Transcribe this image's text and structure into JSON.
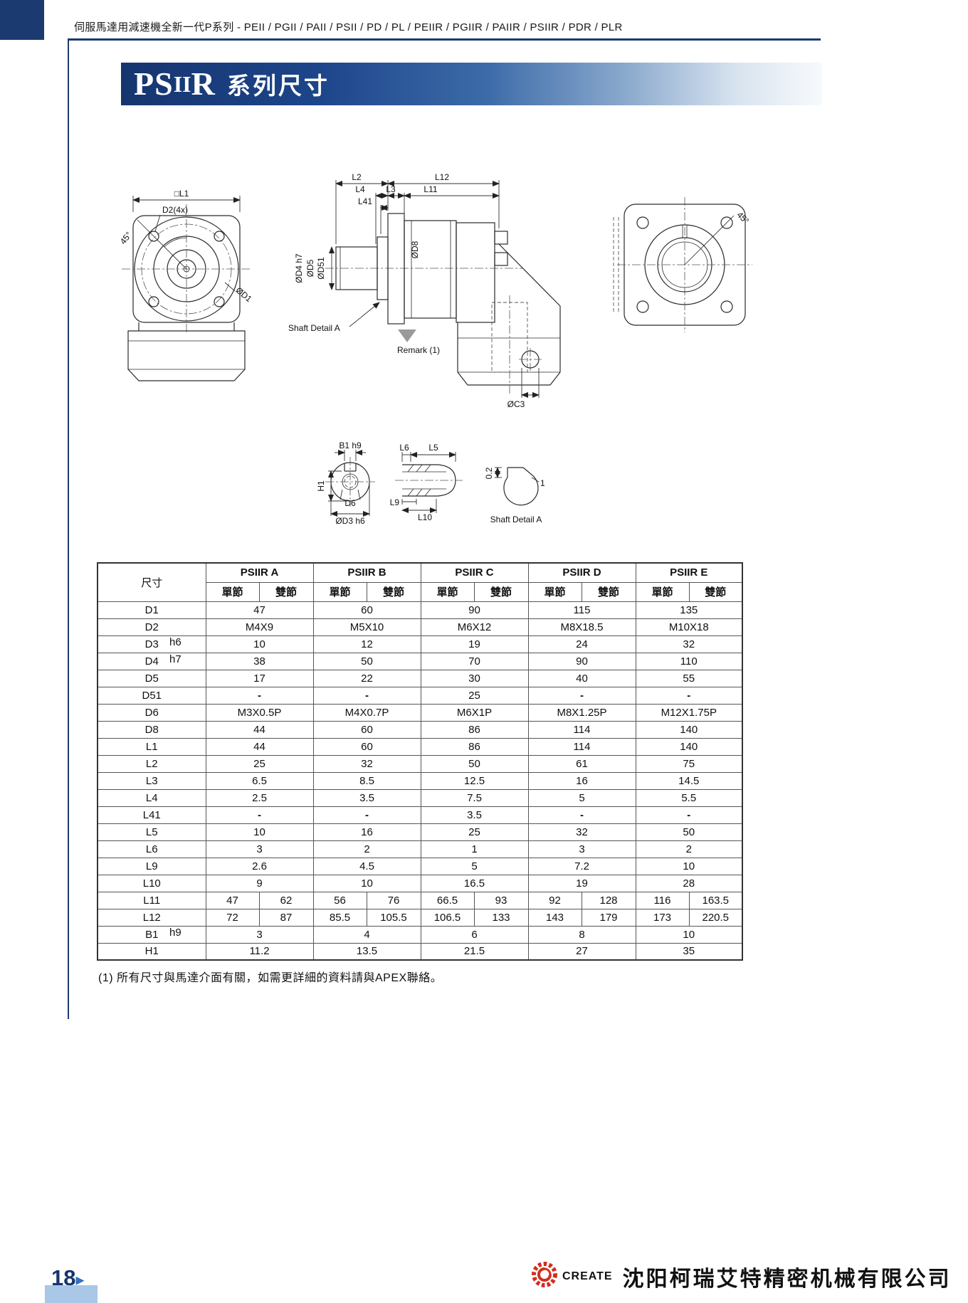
{
  "header": {
    "series_line": "伺服馬達用減速機全新一代P系列 - PEII / PGII / PAII / PSII / PD / PL / PEIIR / PGIIR / PAIIR / PSIIR / PDR / PLR"
  },
  "banner": {
    "title_ps": "PS",
    "title_ii": "II",
    "title_r": "R",
    "title_suffix": "系列尺寸"
  },
  "drawings": {
    "front": {
      "l1": "□L1",
      "d2": "D2(4x)",
      "deg45": "45°",
      "d1": "ØD1"
    },
    "side": {
      "l2": "L2",
      "l4": "L4",
      "l3": "L3",
      "l41": "L41",
      "l11": "L11",
      "l12": "L12",
      "d8": "ØD8",
      "d4": "ØD4 h7",
      "d5": "ØD5",
      "d51": "ØD51",
      "shaft_detail": "Shaft Detail  A",
      "remark": "Remark (1)",
      "c3": "ØC3"
    },
    "rear": {
      "deg45": "45°"
    },
    "section": {
      "b1": "B1 h9",
      "h1": "H1",
      "d6": "D6",
      "d3": "ØD3 h6"
    },
    "side_detail": {
      "l6": "L6",
      "l5": "L5",
      "l9": "L9",
      "l10": "L10"
    },
    "detail_a": {
      "tol": "0.2",
      "one": "1",
      "caption": "Shaft  Detail  A"
    }
  },
  "table": {
    "corner_label": "尺寸",
    "sub_left": "單節",
    "sub_right": "雙節",
    "groups": [
      "PSIIR A",
      "PSIIR B",
      "PSIIR C",
      "PSIIR D",
      "PSIIR E"
    ],
    "rows": [
      {
        "label": "D1",
        "suffix": "",
        "cells": [
          "47",
          "60",
          "90",
          "115",
          "135"
        ]
      },
      {
        "label": "D2",
        "suffix": "",
        "cells": [
          "M4X9",
          "M5X10",
          "M6X12",
          "M8X18.5",
          "M10X18"
        ]
      },
      {
        "label": "D3",
        "suffix": "h6",
        "cells": [
          "10",
          "12",
          "19",
          "24",
          "32"
        ]
      },
      {
        "label": "D4",
        "suffix": "h7",
        "cells": [
          "38",
          "50",
          "70",
          "90",
          "110"
        ]
      },
      {
        "label": "D5",
        "suffix": "",
        "cells": [
          "17",
          "22",
          "30",
          "40",
          "55"
        ]
      },
      {
        "label": "D51",
        "suffix": "",
        "cells": [
          "-",
          "-",
          "25",
          "-",
          "-"
        ]
      },
      {
        "label": "D6",
        "suffix": "",
        "cells": [
          "M3X0.5P",
          "M4X0.7P",
          "M6X1P",
          "M8X1.25P",
          "M12X1.75P"
        ]
      },
      {
        "label": "D8",
        "suffix": "",
        "cells": [
          "44",
          "60",
          "86",
          "114",
          "140"
        ]
      },
      {
        "label": "L1",
        "suffix": "",
        "cells": [
          "44",
          "60",
          "86",
          "114",
          "140"
        ]
      },
      {
        "label": "L2",
        "suffix": "",
        "cells": [
          "25",
          "32",
          "50",
          "61",
          "75"
        ]
      },
      {
        "label": "L3",
        "suffix": "",
        "cells": [
          "6.5",
          "8.5",
          "12.5",
          "16",
          "14.5"
        ]
      },
      {
        "label": "L4",
        "suffix": "",
        "cells": [
          "2.5",
          "3.5",
          "7.5",
          "5",
          "5.5"
        ]
      },
      {
        "label": "L41",
        "suffix": "",
        "cells": [
          "-",
          "-",
          "3.5",
          "-",
          "-"
        ]
      },
      {
        "label": "L5",
        "suffix": "",
        "cells": [
          "10",
          "16",
          "25",
          "32",
          "50"
        ]
      },
      {
        "label": "L6",
        "suffix": "",
        "cells": [
          "3",
          "2",
          "1",
          "3",
          "2"
        ]
      },
      {
        "label": "L9",
        "suffix": "",
        "cells": [
          "2.6",
          "4.5",
          "5",
          "7.2",
          "10"
        ]
      },
      {
        "label": "L10",
        "suffix": "",
        "cells": [
          "9",
          "10",
          "16.5",
          "19",
          "28"
        ]
      },
      {
        "label": "L11",
        "suffix": "",
        "cells": [
          [
            "47",
            "62"
          ],
          [
            "56",
            "76"
          ],
          [
            "66.5",
            "93"
          ],
          [
            "92",
            "128"
          ],
          [
            "116",
            "163.5"
          ]
        ]
      },
      {
        "label": "L12",
        "suffix": "",
        "cells": [
          [
            "72",
            "87"
          ],
          [
            "85.5",
            "105.5"
          ],
          [
            "106.5",
            "133"
          ],
          [
            "143",
            "179"
          ],
          [
            "173",
            "220.5"
          ]
        ]
      },
      {
        "label": "B1",
        "suffix": "h9",
        "cells": [
          "3",
          "4",
          "6",
          "8",
          "10"
        ]
      },
      {
        "label": "H1",
        "suffix": "",
        "cells": [
          "11.2",
          "13.5",
          "21.5",
          "27",
          "35"
        ]
      }
    ]
  },
  "footnote": "(1) 所有尺寸與馬達介面有關，如需更詳細的資料請與APEX聯絡。",
  "footer": {
    "page_number": "18",
    "arrow": "▸",
    "logo_text": "CREATE",
    "company": "沈阳柯瑞艾特精密机械有限公司"
  }
}
